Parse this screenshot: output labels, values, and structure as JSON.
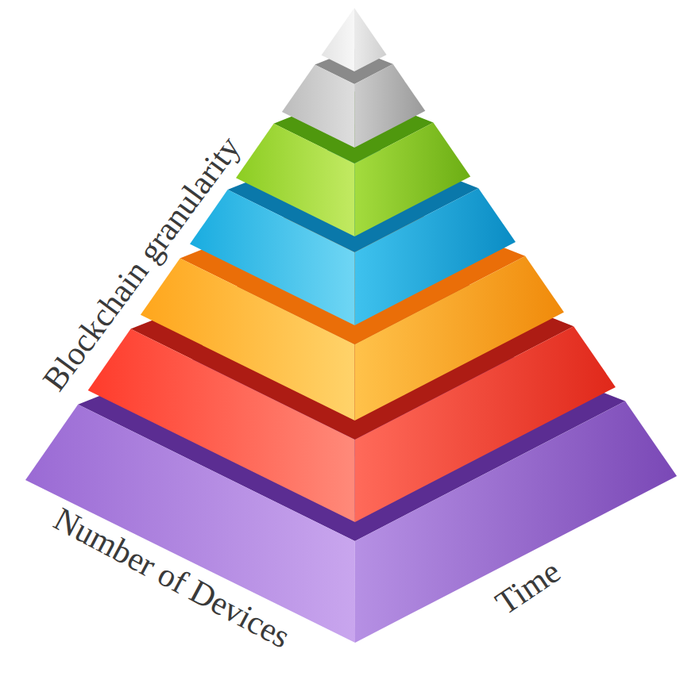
{
  "diagram": {
    "labels": [
      "Blockchain granularity",
      "Number of Devices",
      "Time"
    ]
  }
}
